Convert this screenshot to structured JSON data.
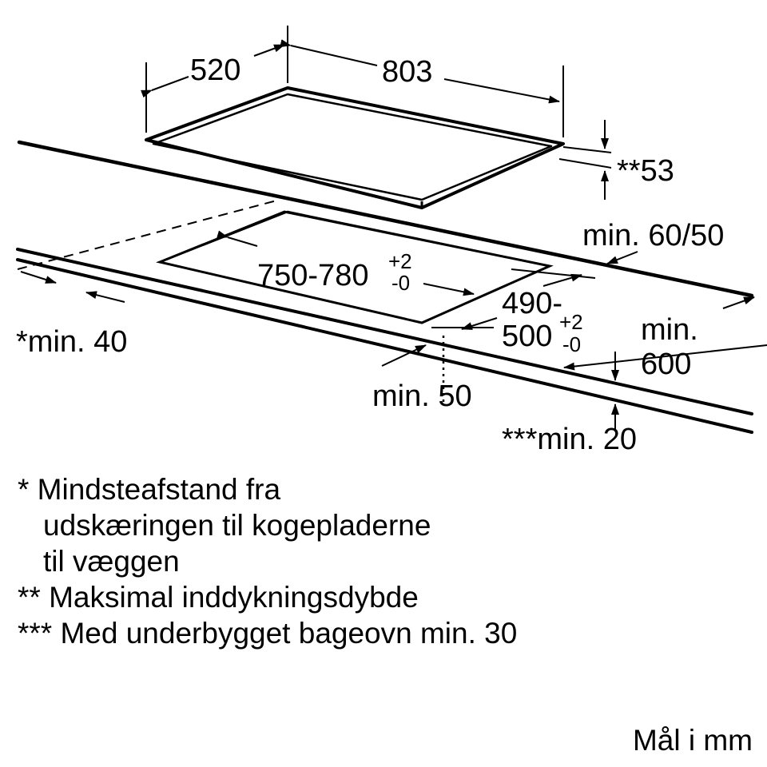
{
  "diagram": {
    "dimensions": {
      "hob_depth": "520",
      "hob_width": "803",
      "installation_depth_max": "**53",
      "worktop_thickness": "min. 60/50",
      "cutout_width": "750-780",
      "cutout_width_tol_plus": "+2",
      "cutout_width_tol_minus": "-0",
      "cutout_depth_line1": "490-",
      "cutout_depth_line2": "500",
      "cutout_depth_tol_plus": "+2",
      "cutout_depth_tol_minus": "-0",
      "wall_clearance": "*min. 40",
      "front_edge_clearance": "min. 50",
      "worktop_depth_line1": "min.",
      "worktop_depth_line2": "600",
      "bottom_clearance": "***min. 20"
    }
  },
  "notes": {
    "note1_line1": "* Mindsteafstand fra",
    "note1_line2": "udskæringen til kogepladerne",
    "note1_line3": "til væggen",
    "note2": "** Maksimal inddykningsdybde",
    "note3": "*** Med underbygget bageovn min. 30"
  },
  "units_label": "Mål i mm"
}
